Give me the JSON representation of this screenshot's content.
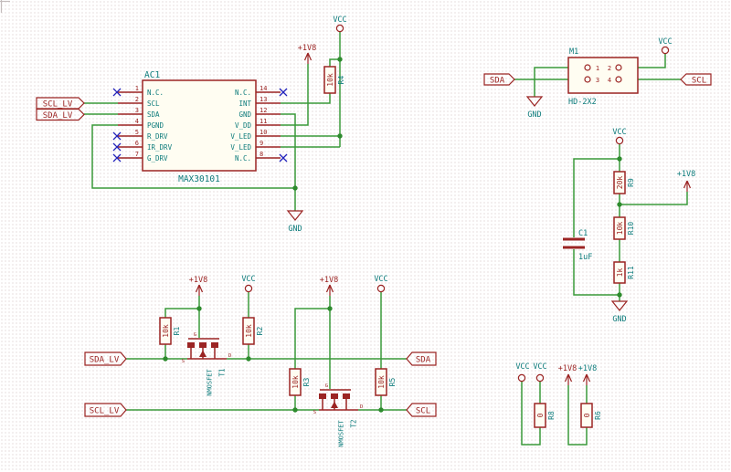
{
  "colors": {
    "wire_green": "#3a9a3a",
    "symbol_maroon": "#9b2423",
    "text_teal": "#0e7c7c",
    "no_connect_blue": "#2222bb",
    "grid_dot": "#e9e1e1",
    "background": "#ffffff"
  },
  "ic": {
    "ref": "AC1",
    "value": "MAX30101",
    "left_pins": [
      {
        "num": "1",
        "name": "N.C."
      },
      {
        "num": "2",
        "name": "SCL"
      },
      {
        "num": "3",
        "name": "SDA"
      },
      {
        "num": "4",
        "name": "PGND"
      },
      {
        "num": "5",
        "name": "R_DRV"
      },
      {
        "num": "6",
        "name": "IR_DRV"
      },
      {
        "num": "7",
        "name": "G_DRV"
      }
    ],
    "right_pins": [
      {
        "num": "14",
        "name": "N.C."
      },
      {
        "num": "13",
        "name": "INT"
      },
      {
        "num": "12",
        "name": "GND"
      },
      {
        "num": "11",
        "name": "V_DD"
      },
      {
        "num": "10",
        "name": "V_LED"
      },
      {
        "num": "9",
        "name": "V_LED"
      },
      {
        "num": "8",
        "name": "N.C."
      }
    ]
  },
  "connector": {
    "ref": "M1",
    "value": "HD-2X2",
    "pins": [
      "1",
      "2",
      "3",
      "4"
    ]
  },
  "resistors": {
    "R1": {
      "ref": "R1",
      "value": "10k"
    },
    "R2": {
      "ref": "R2",
      "value": "10k"
    },
    "R3": {
      "ref": "R3",
      "value": "10k"
    },
    "R4": {
      "ref": "R4",
      "value": "10k"
    },
    "R5": {
      "ref": "R5",
      "value": "10k"
    },
    "R6": {
      "ref": "R6",
      "value": "0"
    },
    "R8": {
      "ref": "R8",
      "value": "0"
    },
    "R9": {
      "ref": "R9",
      "value": "20k"
    },
    "R10": {
      "ref": "R10",
      "value": "10k"
    },
    "R11": {
      "ref": "R11",
      "value": "1k"
    }
  },
  "capacitor": {
    "ref": "C1",
    "value": "1uF"
  },
  "transistors": {
    "T1": {
      "ref": "T1",
      "value": "NMOSFET"
    },
    "T2": {
      "ref": "T2",
      "value": "NMOSFET"
    },
    "pin_labels": {
      "s": "S",
      "d": "D",
      "g": "G"
    }
  },
  "net_labels": {
    "scl_lv": "SCL_LV",
    "sda_lv": "SDA_LV",
    "scl": "SCL",
    "sda": "SDA"
  },
  "power": {
    "vcc": "VCC",
    "v1v8": "+1V8",
    "gnd": "GND"
  }
}
